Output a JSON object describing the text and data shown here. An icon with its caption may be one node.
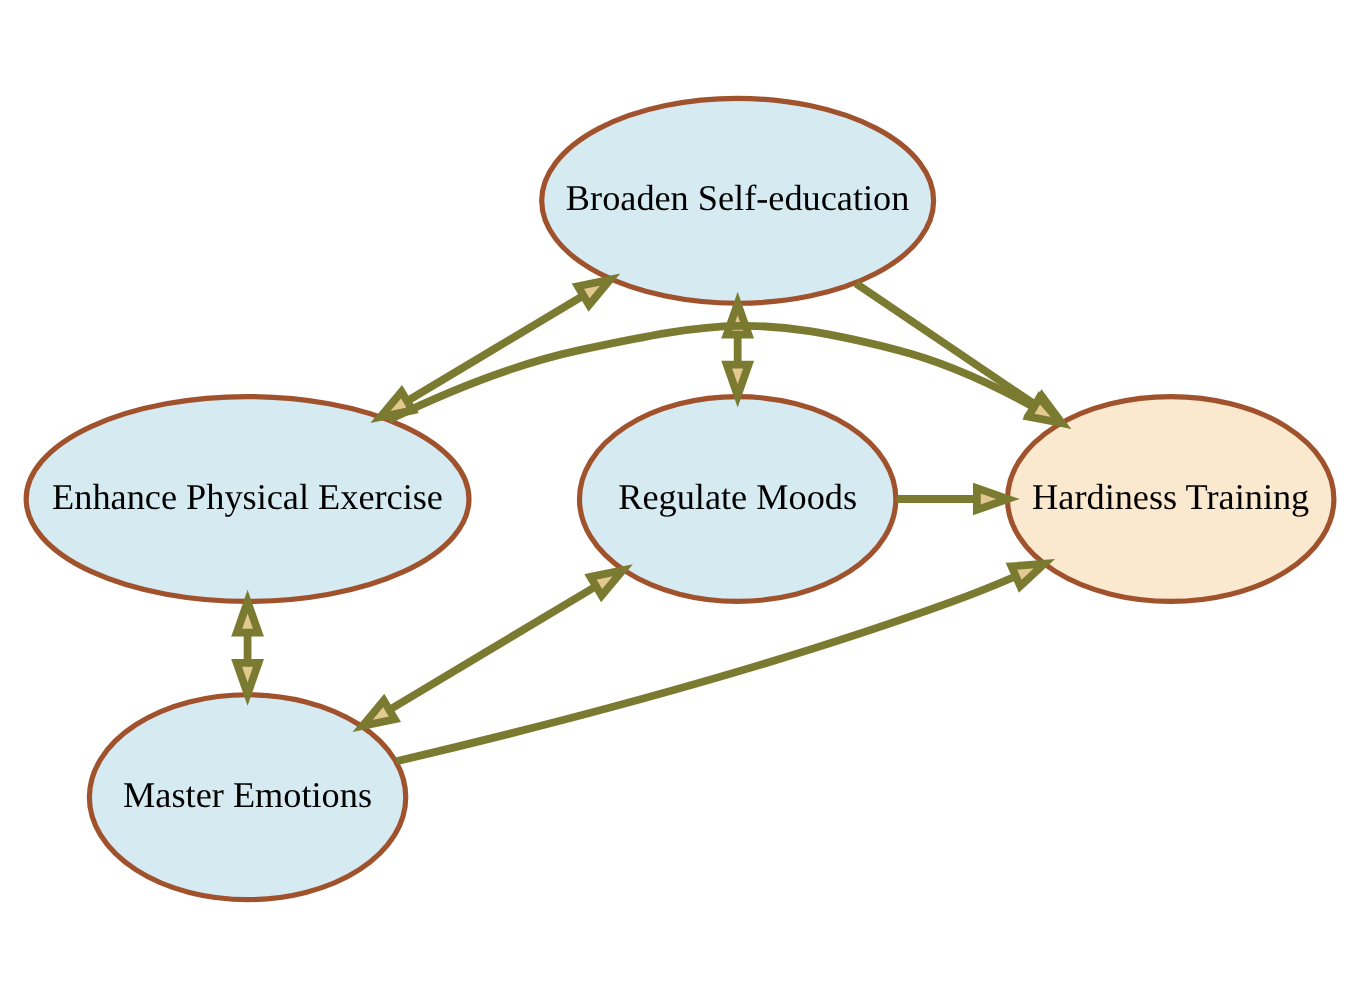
{
  "diagram": {
    "nodes": [
      {
        "text": [
          "Broaden Self-education"
        ]
      },
      {
        "text": [
          "Enhance Physical Exercise"
        ]
      },
      {
        "text": [
          "Hardiness Training"
        ]
      },
      {
        "text": [
          "Regulate Moods"
        ]
      },
      {
        "text": [
          "Master Emotions"
        ]
      }
    ],
    "edges": [
      {
        "from": 0,
        "to": 1,
        "arrow": "both"
      },
      {
        "from": 0,
        "to": 2,
        "arrow": "to"
      },
      {
        "from": 0,
        "to": 3,
        "arrow": "both"
      },
      {
        "from": 1,
        "to": 2,
        "arrow": "to"
      },
      {
        "from": 3,
        "to": 2,
        "arrow": "to"
      },
      {
        "from": 4,
        "to": 2,
        "arrow": "to"
      },
      {
        "from": 1,
        "to": 4,
        "arrow": "both"
      },
      {
        "from": 4,
        "to": 3,
        "arrow": "both"
      }
    ]
  }
}
